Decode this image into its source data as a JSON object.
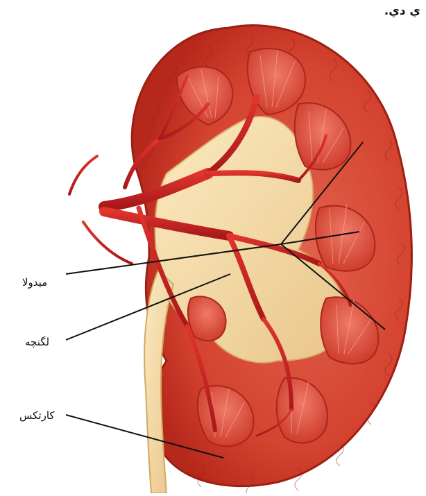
{
  "figure": {
    "caption_fragment": "ي دي.",
    "labels": {
      "medulla": "ميدولا",
      "pelvis": "لگنچه",
      "cortex": "كارتكس"
    }
  }
}
